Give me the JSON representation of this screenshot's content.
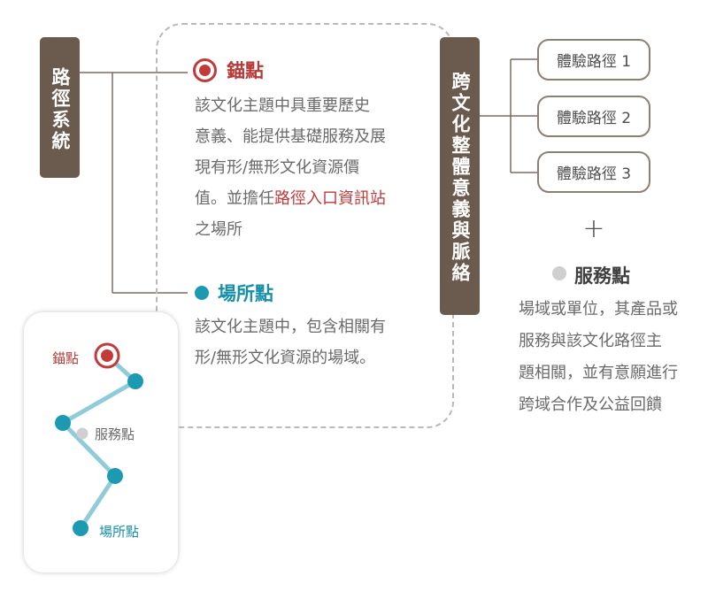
{
  "left_bar": {
    "label": "路徑系統"
  },
  "right_bar": {
    "label": "跨文化整體意義與脈絡"
  },
  "anchor": {
    "title": "錨點",
    "desc_before": "該文化主題中具重要歷史\n意義、能提供基礎服務及展\n現有形/無形文化資源價\n值。並擔任",
    "desc_highlight": "路徑入口資訊站",
    "desc_after": "\n之場所",
    "color": "#c23a3a"
  },
  "venue": {
    "title": "場所點",
    "desc": "該文化主題中，包含相關有\n形/無形文化資源的場域。",
    "color": "#1b9ab1"
  },
  "routes": [
    {
      "label": "體驗路徑 1"
    },
    {
      "label": "體驗路徑 2"
    },
    {
      "label": "體驗路徑 3"
    }
  ],
  "plus_sign": "+",
  "service": {
    "title": "服務點",
    "desc": "場域或單位，其產品或\n服務與該文化路徑主\n題相關，並有意願進行\n跨域合作及公益回饋",
    "color": "#cfcfcf"
  },
  "legend": {
    "anchor_label": "錨點",
    "service_label": "服務點",
    "venue_label": "場所點",
    "line_color": "#8fcbd8"
  },
  "colors": {
    "bar": "#6b5a4e",
    "connector": "#7b6b60",
    "dashed": "#b9b9b9"
  }
}
